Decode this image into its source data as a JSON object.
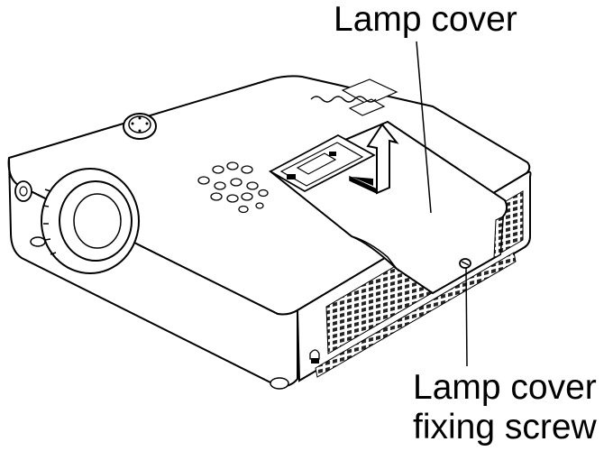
{
  "labels": {
    "lamp_cover": "Lamp cover",
    "screw_line1": "Lamp cover",
    "screw_line2": "fixing screw"
  },
  "colors": {
    "line": "#000000",
    "background": "#ffffff",
    "vent": "#222222"
  },
  "icons": {
    "arrow": "up-arrow-icon",
    "focus_dial": "focus-dial-icon",
    "lock": "kensington-lock-icon"
  }
}
